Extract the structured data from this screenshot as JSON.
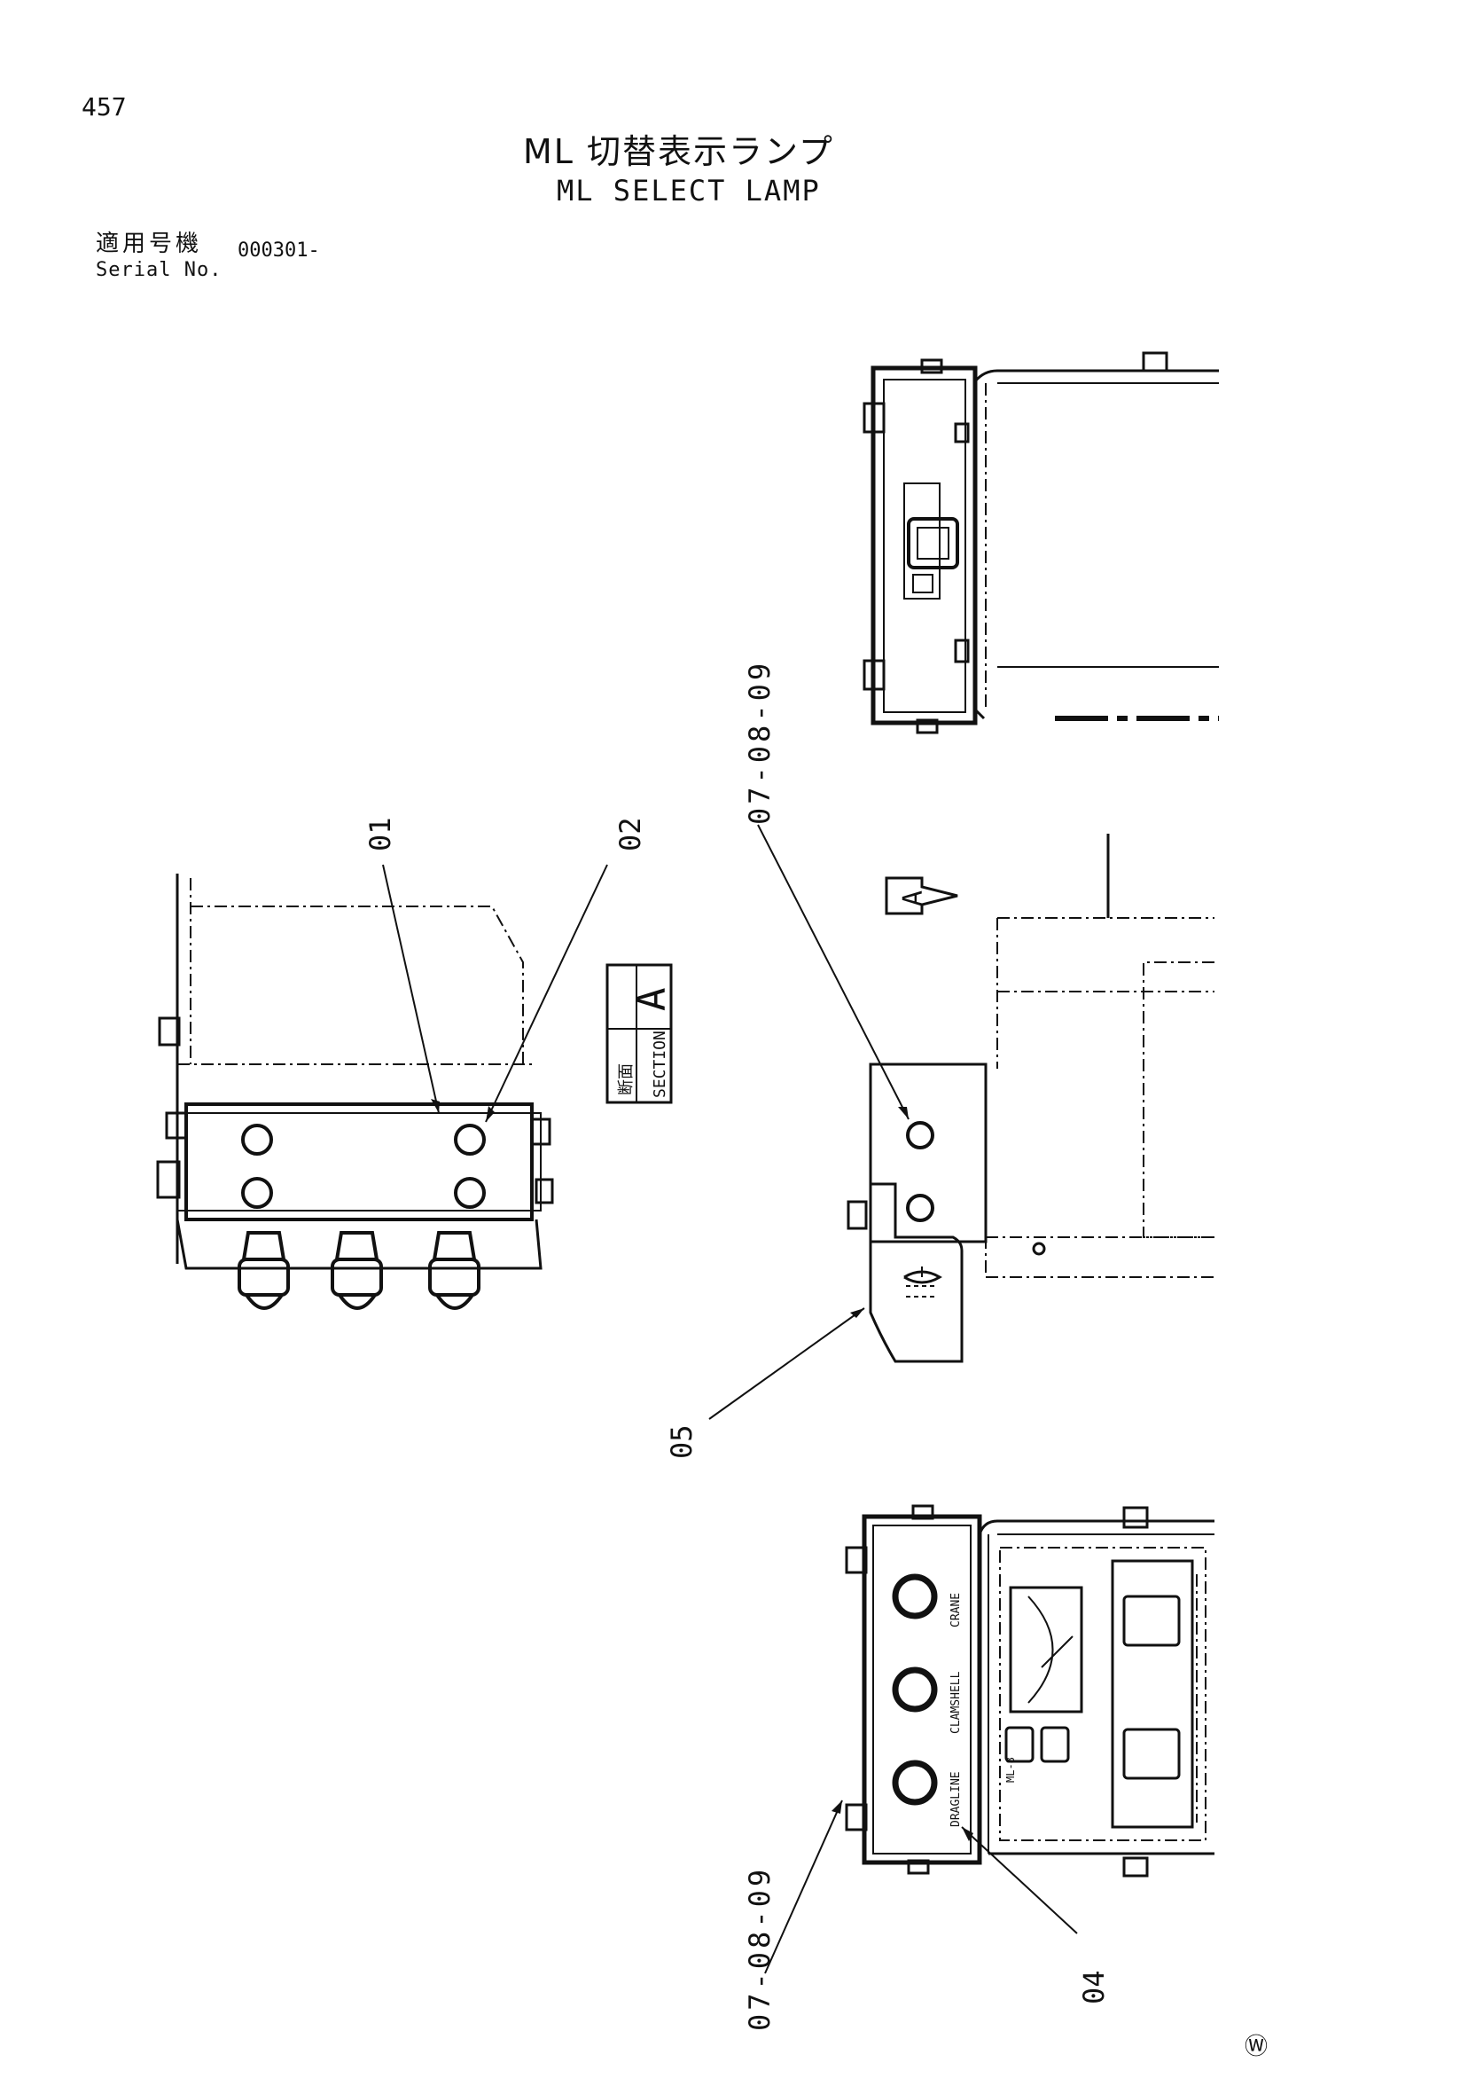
{
  "header": {
    "page_number": "457",
    "title_ja": "ML 切替表示ランプ",
    "title_en": "ML SELECT LAMP",
    "serial_label_ja": "適用号機",
    "serial_label_en": "Serial No.",
    "serial_value": "000301-"
  },
  "callouts": {
    "c01": "01",
    "c02": "02",
    "c04": "04",
    "c05": "05",
    "c07_08_09_top": "07-08-09",
    "c07_08_09_bottom": "07-08-09"
  },
  "section": {
    "letter": "A",
    "ja": "断面",
    "en": "SECTION"
  },
  "view_arrow": {
    "letter": "A"
  },
  "panel_labels": {
    "dragline": "DRAGLINE",
    "clamshell": "CLAMSHELL",
    "crane": "CRANE",
    "ml": "ML-8"
  },
  "footer": {
    "mark": "Ⓦ"
  }
}
